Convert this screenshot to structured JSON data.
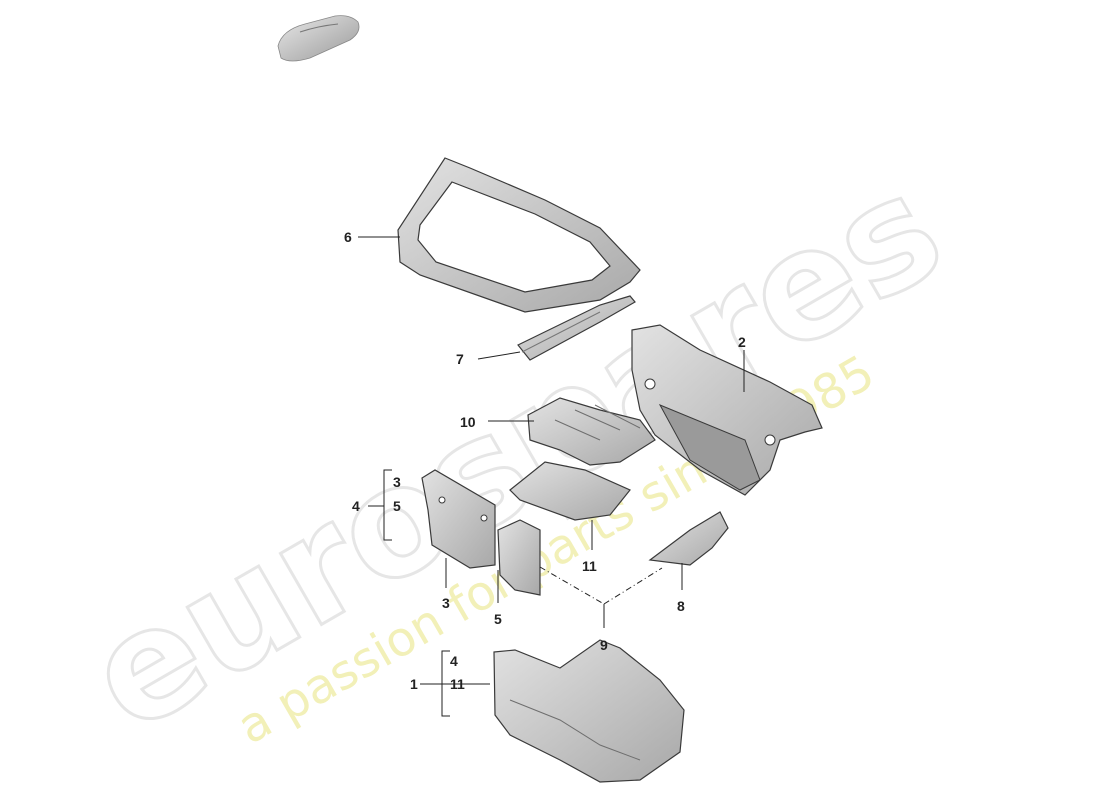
{
  "watermark": {
    "brand": "eurospares",
    "tagline": "a passion for parts since 1985"
  },
  "callouts": [
    {
      "id": "c6",
      "text": "6"
    },
    {
      "id": "c7",
      "text": "7"
    },
    {
      "id": "c2",
      "text": "2"
    },
    {
      "id": "c10",
      "text": "10"
    },
    {
      "id": "c4a",
      "text": "4"
    },
    {
      "id": "c3a",
      "text": "3"
    },
    {
      "id": "c5a",
      "text": "5"
    },
    {
      "id": "c3b",
      "text": "3"
    },
    {
      "id": "c5b",
      "text": "5"
    },
    {
      "id": "c11",
      "text": "11"
    },
    {
      "id": "c8",
      "text": "8"
    },
    {
      "id": "c9",
      "text": "9"
    },
    {
      "id": "c1",
      "text": "1"
    },
    {
      "id": "c4b",
      "text": "4"
    },
    {
      "id": "c11b",
      "text": "11"
    }
  ],
  "colors": {
    "part_fill": "#d4d4d4",
    "part_dark": "#8a8a8a",
    "outline": "#3a3a3a",
    "leader": "#222222"
  }
}
